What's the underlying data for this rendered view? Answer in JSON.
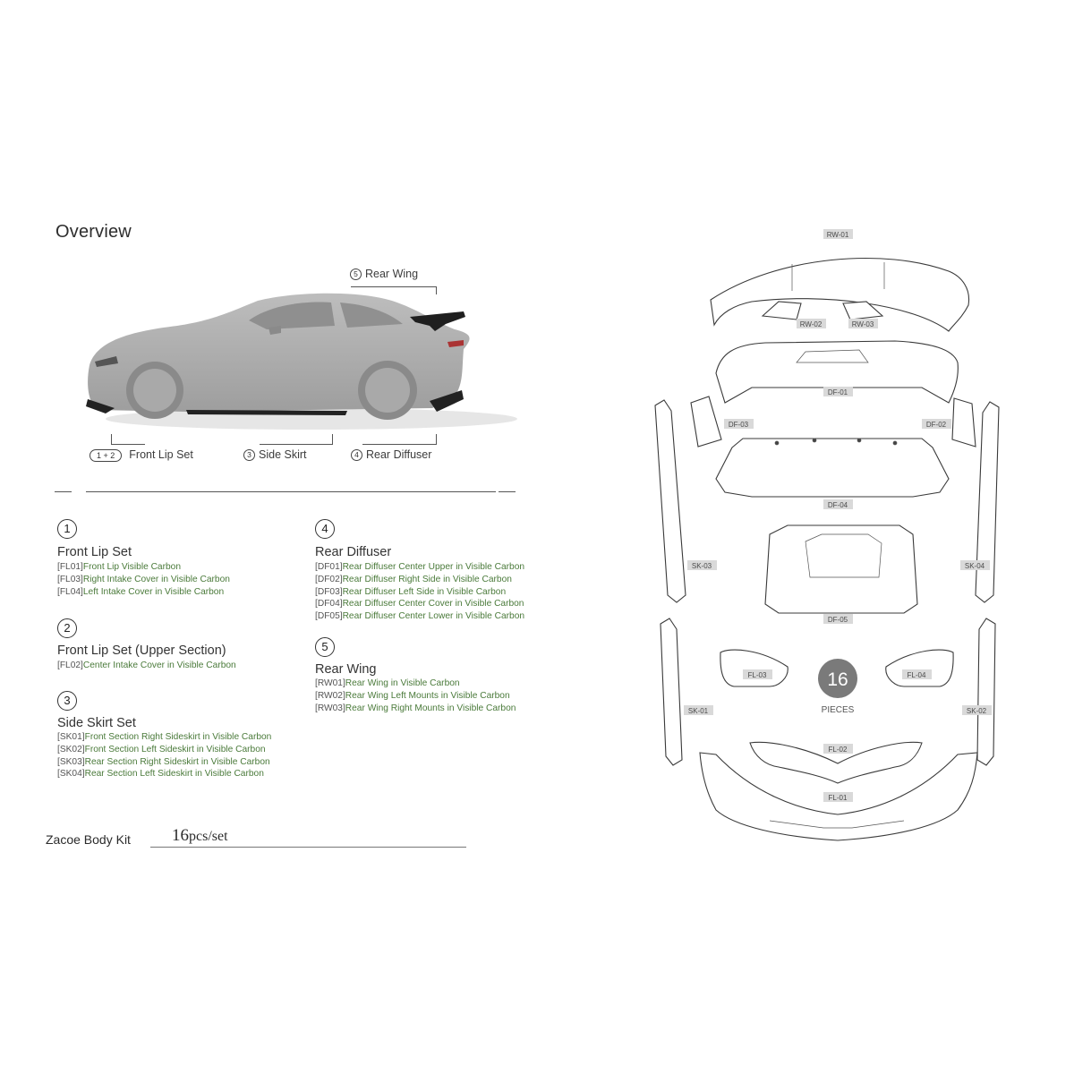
{
  "overview": {
    "title": "Overview"
  },
  "callouts": {
    "rear_wing": {
      "num": "5",
      "label": "Rear Wing"
    },
    "front_lip": {
      "num": "1 + 2",
      "label": "Front Lip Set"
    },
    "side_skirt": {
      "num": "3",
      "label": "Side Skirt"
    },
    "rear_diffuser": {
      "num": "4",
      "label": "Rear Diffuser"
    }
  },
  "sections": [
    {
      "num": "1",
      "title": "Front Lip Set",
      "items": [
        {
          "code": "[FL01]",
          "desc": "Front Lip Visible Carbon"
        },
        {
          "code": "[FL03]",
          "desc": "Right Intake Cover in Visible Carbon"
        },
        {
          "code": "[FL04]",
          "desc": "Left Intake Cover in Visible Carbon"
        }
      ]
    },
    {
      "num": "2",
      "title": "Front Lip Set (Upper Section)",
      "items": [
        {
          "code": "[FL02]",
          "desc": "Center Intake Cover in Visible Carbon"
        }
      ]
    },
    {
      "num": "3",
      "title": "Side Skirt Set",
      "items": [
        {
          "code": "[SK01]",
          "desc": "Front Section Right Sideskirt in Visible Carbon"
        },
        {
          "code": "[SK02]",
          "desc": "Front Section Left Sideskirt in Visible Carbon"
        },
        {
          "code": "[SK03]",
          "desc": "Rear Section Right Sideskirt in Visible Carbon"
        },
        {
          "code": "[SK04]",
          "desc": "Rear Section Left Sideskirt in Visible Carbon"
        }
      ]
    },
    {
      "num": "4",
      "title": "Rear Diffuser",
      "items": [
        {
          "code": "[DF01]",
          "desc": "Rear Diffuser Center Upper in Visible Carbon"
        },
        {
          "code": "[DF02]",
          "desc": "Rear Diffuser Right Side in Visible Carbon"
        },
        {
          "code": "[DF03]",
          "desc": "Rear Diffuser Left Side in Visible Carbon"
        },
        {
          "code": "[DF04]",
          "desc": "Rear Diffuser Center Cover in Visible Carbon"
        },
        {
          "code": "[DF05]",
          "desc": "Rear Diffuser Center Lower in Visible Carbon"
        }
      ]
    },
    {
      "num": "5",
      "title": "Rear Wing",
      "items": [
        {
          "code": "[RW01]",
          "desc": "Rear Wing in Visible Carbon"
        },
        {
          "code": "[RW02]",
          "desc": "Rear Wing Left Mounts in Visible Carbon"
        },
        {
          "code": "[RW03]",
          "desc": "Rear Wing Right Mounts in Visible Carbon"
        }
      ]
    }
  ],
  "kit": {
    "label": "Zacoe Body Kit",
    "count": "16",
    "unit": "pcs/set"
  },
  "parts": {
    "tags": [
      "RW-01",
      "RW-02",
      "RW-03",
      "DF-01",
      "DF-02",
      "DF-03",
      "DF-04",
      "DF-05",
      "SK-01",
      "SK-02",
      "SK-03",
      "SK-04",
      "FL-01",
      "FL-02",
      "FL-03",
      "FL-04"
    ],
    "badge_count": "16",
    "badge_label": "PIECES",
    "badge_color": "#7a7a7a"
  }
}
